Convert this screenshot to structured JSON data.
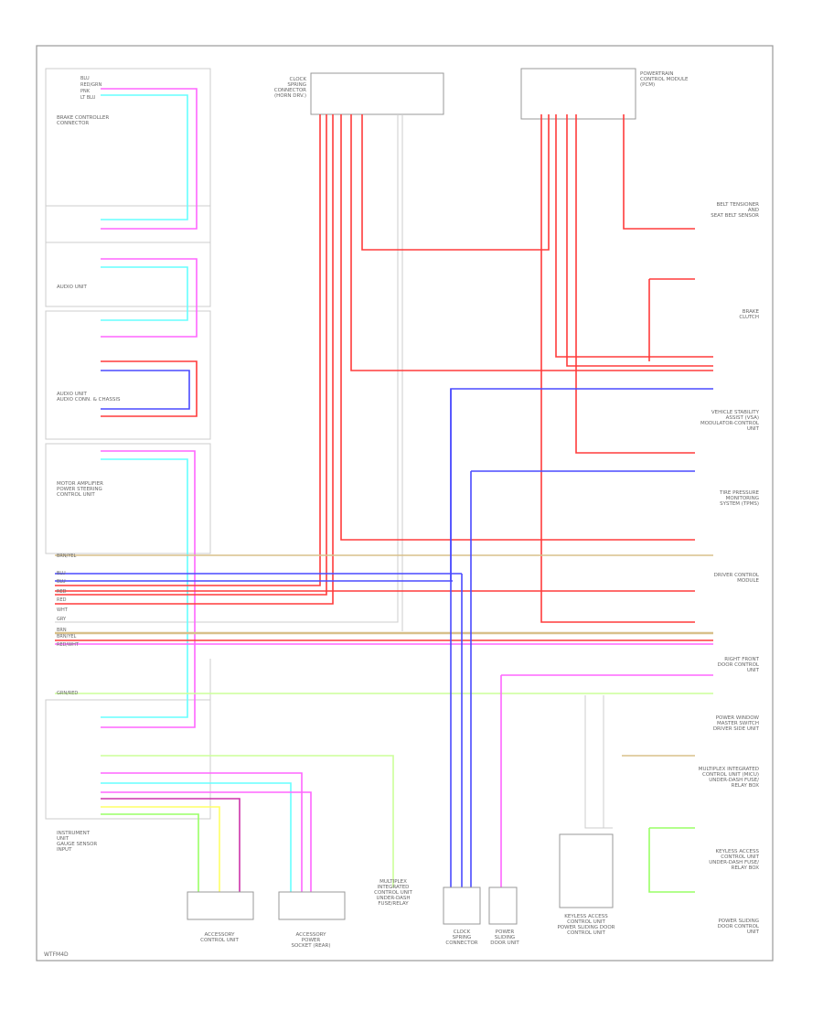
{
  "diagram": {
    "type": "wiring-diagram",
    "footer_code": "WTFM4D",
    "colors": {
      "red": "#ff3b3b",
      "pink": "#ff66ff",
      "cyan": "#66ffff",
      "blue": "#4a4aff",
      "green": "#99ff66",
      "yellow": "#ffff66",
      "tan": "#d8c08a",
      "magenta": "#cc33aa",
      "ltgreen": "#ccff99",
      "grey": "#cccccc",
      "frame": "#999999"
    },
    "top_left_labels": [
      "BLU",
      "RED/GRN",
      "PNK",
      "LT BLU"
    ],
    "left_labels": [
      "BRAKE CONTROLLER\nCONNECTOR",
      "AUDIO UNIT",
      "AUDIO UNIT\nAUDIO CONN. & CHASSIS",
      "MOTOR AMPLIFIER\nPOWER STEERING\nCONTROL UNIT",
      "INSTRUMENT\nUNIT\nGAUGE SENSOR\nINPUT"
    ],
    "top_labels": {
      "center": "CLOCK\nSPRING\nCONNECTOR\n(HORN DRV.)",
      "right": "POWERTRAIN\nCONTROL MODULE\n(PCM)"
    },
    "right_labels": [
      "BELT TENSIONER\nAND\nSEAT BELT SENSOR",
      "BRAKE\nCLUTCH",
      "VEHICLE STABILITY\nASSIST (VSA)\nMODULATOR-CONTROL\nUNIT",
      "TIRE PRESSURE\nMONITORING\nSYSTEM (TPMS)",
      "DRIVER CONTROL\nMODULE",
      "RIGHT FRONT\nDOOR CONTROL\nUNIT",
      "POWER WINDOW\nMASTER SWITCH\nDRIVER SIDE UNIT",
      "MULTIPLEX INTEGRATED\nCONTROL UNIT (MICU)\nUNDER-DASH FUSE/\nRELAY BOX",
      "KEYLESS ACCESS\nCONTROL UNIT\nUNDER-DASH FUSE/\nRELAY BOX",
      "POWER SLIDING\nDOOR CONTROL\nUNIT"
    ],
    "bottom_labels": [
      "ACCESSORY\nCONTROL UNIT",
      "ACCESSORY\nPOWER\nSOCKET (REAR)",
      "MULTIPLEX\nINTEGRATED\nCONTROL UNIT\nUNDER-DASH\nFUSE/RELAY",
      "CLOCK\nSPRING\nCONNECTOR",
      "POWER\nSLIDING\nDOOR UNIT",
      "KEYLESS ACCESS\nCONTROL UNIT\nPOWER SLIDING DOOR\nCONTROL UNIT"
    ],
    "bus_labels": [
      "BRN/YEL",
      "BLU",
      "BLU",
      "RED",
      "RED",
      "WHT",
      "GRY",
      "BRN",
      "BRN/YEL",
      "RED/WHT",
      "GRN/RED"
    ]
  }
}
